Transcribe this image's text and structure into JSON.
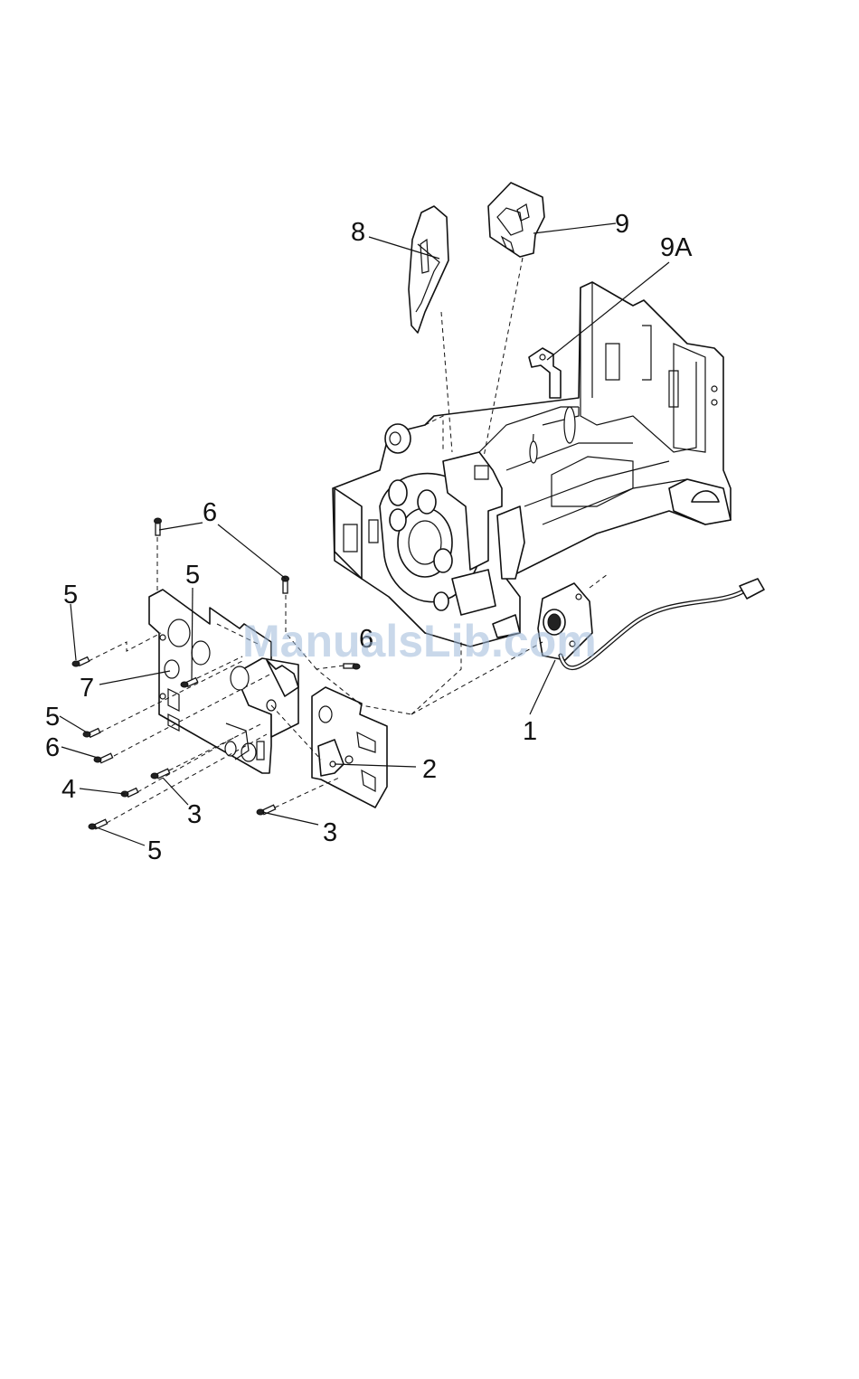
{
  "watermark": "ManualsLib.com",
  "callouts": {
    "c1": "1",
    "c2": "2",
    "c3a": "3",
    "c3b": "3",
    "c4": "4",
    "c5a": "5",
    "c5b": "5",
    "c5c": "5",
    "c5d": "5",
    "c6a": "6",
    "c6b": "6",
    "c6c": "6",
    "c7": "7",
    "c8": "8",
    "c9": "9",
    "c9a": "9A"
  }
}
